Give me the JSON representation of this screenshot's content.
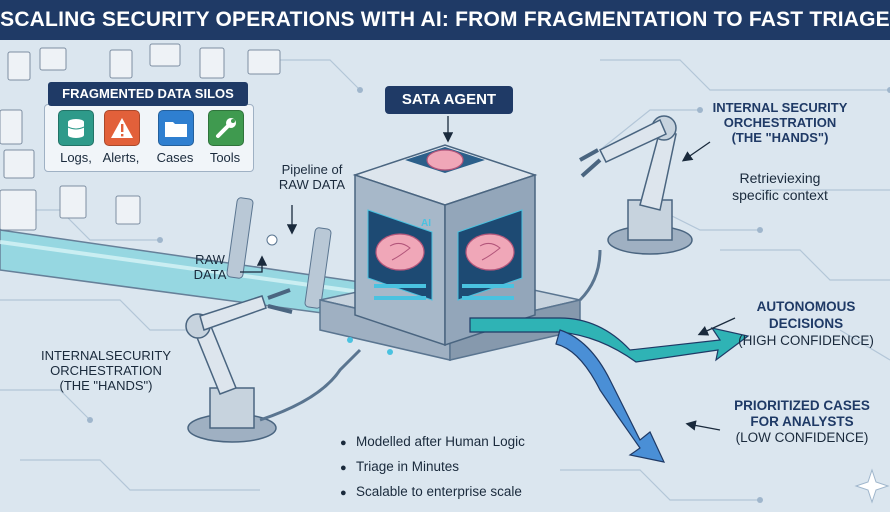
{
  "banner": {
    "title": "SCALING SECURITY OPERATIONS WITH AI: FROM FRAGMENTATION TO FAST TRIAGE"
  },
  "silos": {
    "title": "FRAGMENTED DATA SILOS",
    "items": [
      {
        "label": "Logs,",
        "icon": "database-icon",
        "color": "#2e9a8a"
      },
      {
        "label": "Alerts,",
        "icon": "warning-icon",
        "color": "#e2603a"
      },
      {
        "label": "Cases",
        "icon": "folder-icon",
        "color": "#2f7fd0"
      },
      {
        "label": "Tools",
        "icon": "wrench-icon",
        "color": "#3f9a4f"
      }
    ]
  },
  "pipeline": {
    "line1": "Pipeline of",
    "line2": "RAW DATA"
  },
  "raw_data": {
    "line1": "RAW",
    "line2": "DATA"
  },
  "agent": {
    "title": "SATA AGENT",
    "chip_text": "AI"
  },
  "orchestration_top": {
    "line1": "INTERNAL SECURITY",
    "line2": "ORCHESTRATION",
    "line3": "(THE \"HANDS\")",
    "sub1": "Retrieviexing",
    "sub2": "specific context"
  },
  "orchestration_left": {
    "line1": "INTERNALSECURITY",
    "line2": "ORCHESTRATION",
    "line3": "(THE \"HANDS\")"
  },
  "autonomous": {
    "line1": "AUTONOMOUS",
    "line2": "DECISIONS",
    "line3": "(HIGH CONFIDENCE)"
  },
  "prioritized": {
    "line1": "PRIORITIZED CASES",
    "line2": "FOR ANALYSTS",
    "line3": "(LOW CONFIDENCE)"
  },
  "bullets": {
    "items": [
      "Modelled after Human Logic",
      "Triage in Minutes",
      "Scalable to enterprise scale"
    ]
  },
  "colors": {
    "navy": "#1f3a66",
    "teal": "#2fb3b5",
    "blue_arrow": "#4a8fd6",
    "background": "#dbe6ef"
  }
}
